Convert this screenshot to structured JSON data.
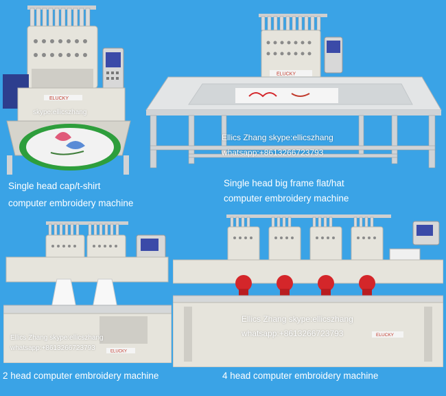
{
  "colors": {
    "background": "#3aa3e6",
    "machine_body": "#e6e4dc",
    "machine_shadow": "#b9b7b0",
    "frame_metal": "#cfd3d6",
    "control_panel": "#d8d8d8",
    "screen": "#3b4aa8",
    "red_hoop": "#d4262a",
    "green_hoop": "#2e9e3c",
    "caption_text": "#ffffff"
  },
  "panels": [
    {
      "id": "single-head-cap",
      "caption_lines": [
        "Single head cap/t-shirt",
        "computer embroidery machine"
      ],
      "brand_label": "ELUCKY",
      "watermark_lines": [
        "skype:ellicszhang"
      ]
    },
    {
      "id": "single-head-big-frame",
      "caption_lines": [
        "Single head big frame flat/hat",
        "computer embroidery machine"
      ],
      "brand_label": "ELUCKY",
      "watermark_lines": [
        "Ellics Zhang      skype:ellicszhang",
        "whatsapp:+8613266723793"
      ]
    },
    {
      "id": "two-head",
      "caption_lines": [
        "2 head computer embroidery machine"
      ],
      "brand_label": "ELUCKY",
      "watermark_lines": [
        "Ellics Zhang      skype:ellicszhang",
        "whatsapp:+8613266723793"
      ]
    },
    {
      "id": "four-head",
      "caption_lines": [
        "4 head computer embroidery machine"
      ],
      "brand_label": "ELUCKY",
      "watermark_lines": [
        "Ellics Zhang      skype:ellicszhang",
        "whatsapp:+8613266723793"
      ]
    }
  ]
}
